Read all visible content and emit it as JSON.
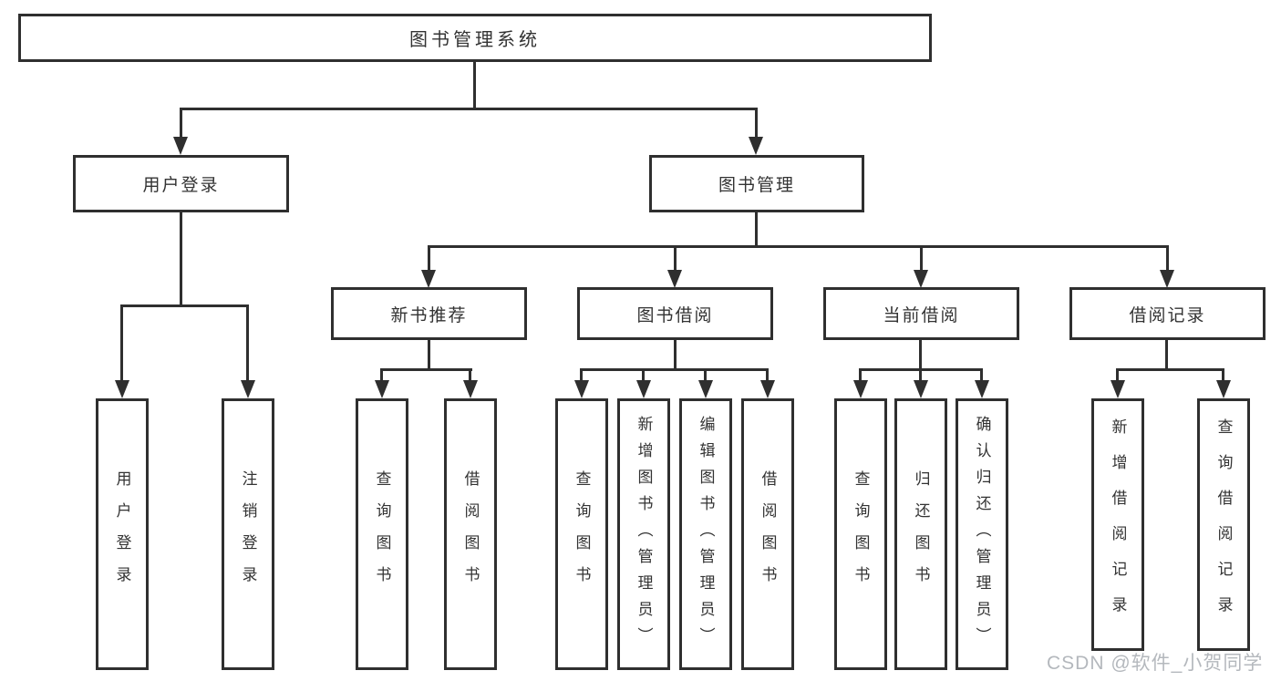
{
  "diagram": {
    "root": {
      "label": "图书管理系统"
    },
    "branches": [
      {
        "label": "用户登录",
        "children": [
          {
            "label": "用户登录"
          },
          {
            "label": "注销登录"
          }
        ]
      },
      {
        "label": "图书管理",
        "sections": [
          {
            "label": "新书推荐",
            "children": [
              {
                "label": "查询图书"
              },
              {
                "label": "借阅图书"
              }
            ]
          },
          {
            "label": "图书借阅",
            "children": [
              {
                "label": "查询图书"
              },
              {
                "label": "新增图书（管理员）"
              },
              {
                "label": "编辑图书（管理员）"
              },
              {
                "label": "借阅图书"
              }
            ]
          },
          {
            "label": "当前借阅",
            "children": [
              {
                "label": "查询图书"
              },
              {
                "label": "归还图书"
              },
              {
                "label": "确认归还（管理员）"
              }
            ]
          },
          {
            "label": "借阅记录",
            "children": [
              {
                "label": "新增借阅记录"
              },
              {
                "label": "查询借阅记录"
              }
            ]
          }
        ]
      }
    ]
  },
  "watermark": {
    "text": "CSDN @软件_小贺同学"
  },
  "colors": {
    "line": "#2f2f2f",
    "text": "#333333",
    "background": "#ffffff",
    "watermark": "#b4b8bd"
  }
}
